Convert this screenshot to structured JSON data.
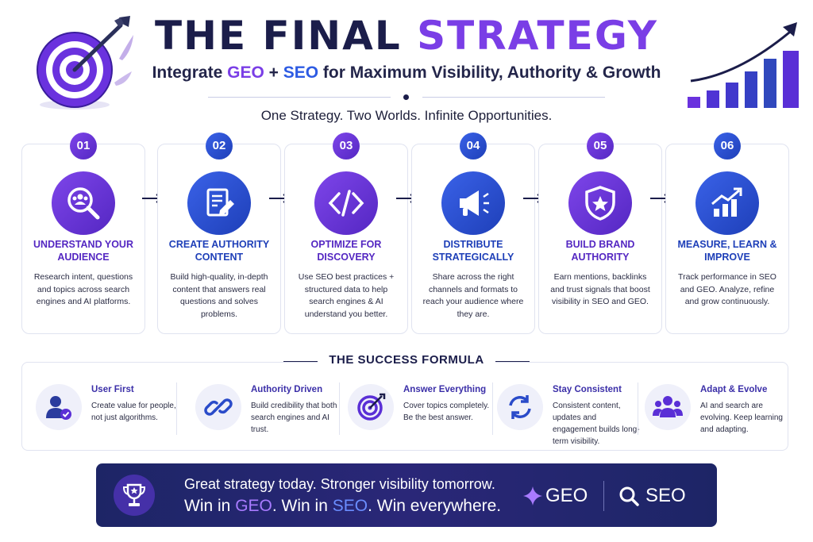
{
  "header": {
    "title_main": "THE FINAL ",
    "title_accent": "STRATEGY",
    "subtitle_pre": "Integrate ",
    "subtitle_geo": "GEO",
    "subtitle_plus": " + ",
    "subtitle_seo": "SEO",
    "subtitle_post": " for Maximum Visibility, Authority & Growth",
    "tagline": "One Strategy. Two Worlds. Infinite Opportunities."
  },
  "steps": [
    {
      "num": "01",
      "title": "Understand your audience",
      "desc": "Research intent, questions and topics across search engines and AI platforms.",
      "icon": "audience-search-icon"
    },
    {
      "num": "02",
      "title": "Create authority content",
      "desc": "Build high-quality, in-depth content that answers real questions and solves problems.",
      "icon": "document-pen-icon"
    },
    {
      "num": "03",
      "title": "Optimize for discovery",
      "desc": "Use SEO best practices + structured data to help search engines & AI understand you better.",
      "icon": "code-icon"
    },
    {
      "num": "04",
      "title": "Distribute strategically",
      "desc": "Share across the right channels and formats to reach your audience where they are.",
      "icon": "megaphone-icon"
    },
    {
      "num": "05",
      "title": "Build brand authority",
      "desc": "Earn mentions, backlinks and trust signals that boost visibility in SEO and GEO.",
      "icon": "shield-star-icon"
    },
    {
      "num": "06",
      "title": "Measure, learn & improve",
      "desc": "Track performance in SEO and GEO. Analyze, refine and grow continuously.",
      "icon": "growth-chart-icon"
    }
  ],
  "formula": {
    "heading": "THE SUCCESS FORMULA",
    "items": [
      {
        "title": "User First",
        "desc": "Create value for people, not just algorithms.",
        "icon": "user-check-icon"
      },
      {
        "title": "Authority Driven",
        "desc": "Build credibility that both search engines and AI trust.",
        "icon": "link-icon"
      },
      {
        "title": "Answer Everything",
        "desc": "Cover topics completely. Be the best answer.",
        "icon": "target-icon"
      },
      {
        "title": "Stay Consistent",
        "desc": "Consistent content, updates and engagement builds long-term visibility.",
        "icon": "refresh-icon"
      },
      {
        "title": "Adapt & Evolve",
        "desc": "AI and search are evolving. Keep learning and adapting.",
        "icon": "team-icon"
      }
    ]
  },
  "banner": {
    "line1": "Great strategy today. Stronger visibility tomorrow.",
    "line2_pre": "Win in ",
    "line2_geo": "GEO",
    "line2_mid": ". Win in ",
    "line2_seo": "SEO",
    "line2_post": ". Win everywhere.",
    "geo_label": "GEO",
    "seo_label": "SEO"
  },
  "colors": {
    "purple": "#5427c2",
    "blue": "#1e3fb8",
    "navy": "#1b1d4a",
    "banner": "#1d2566"
  }
}
